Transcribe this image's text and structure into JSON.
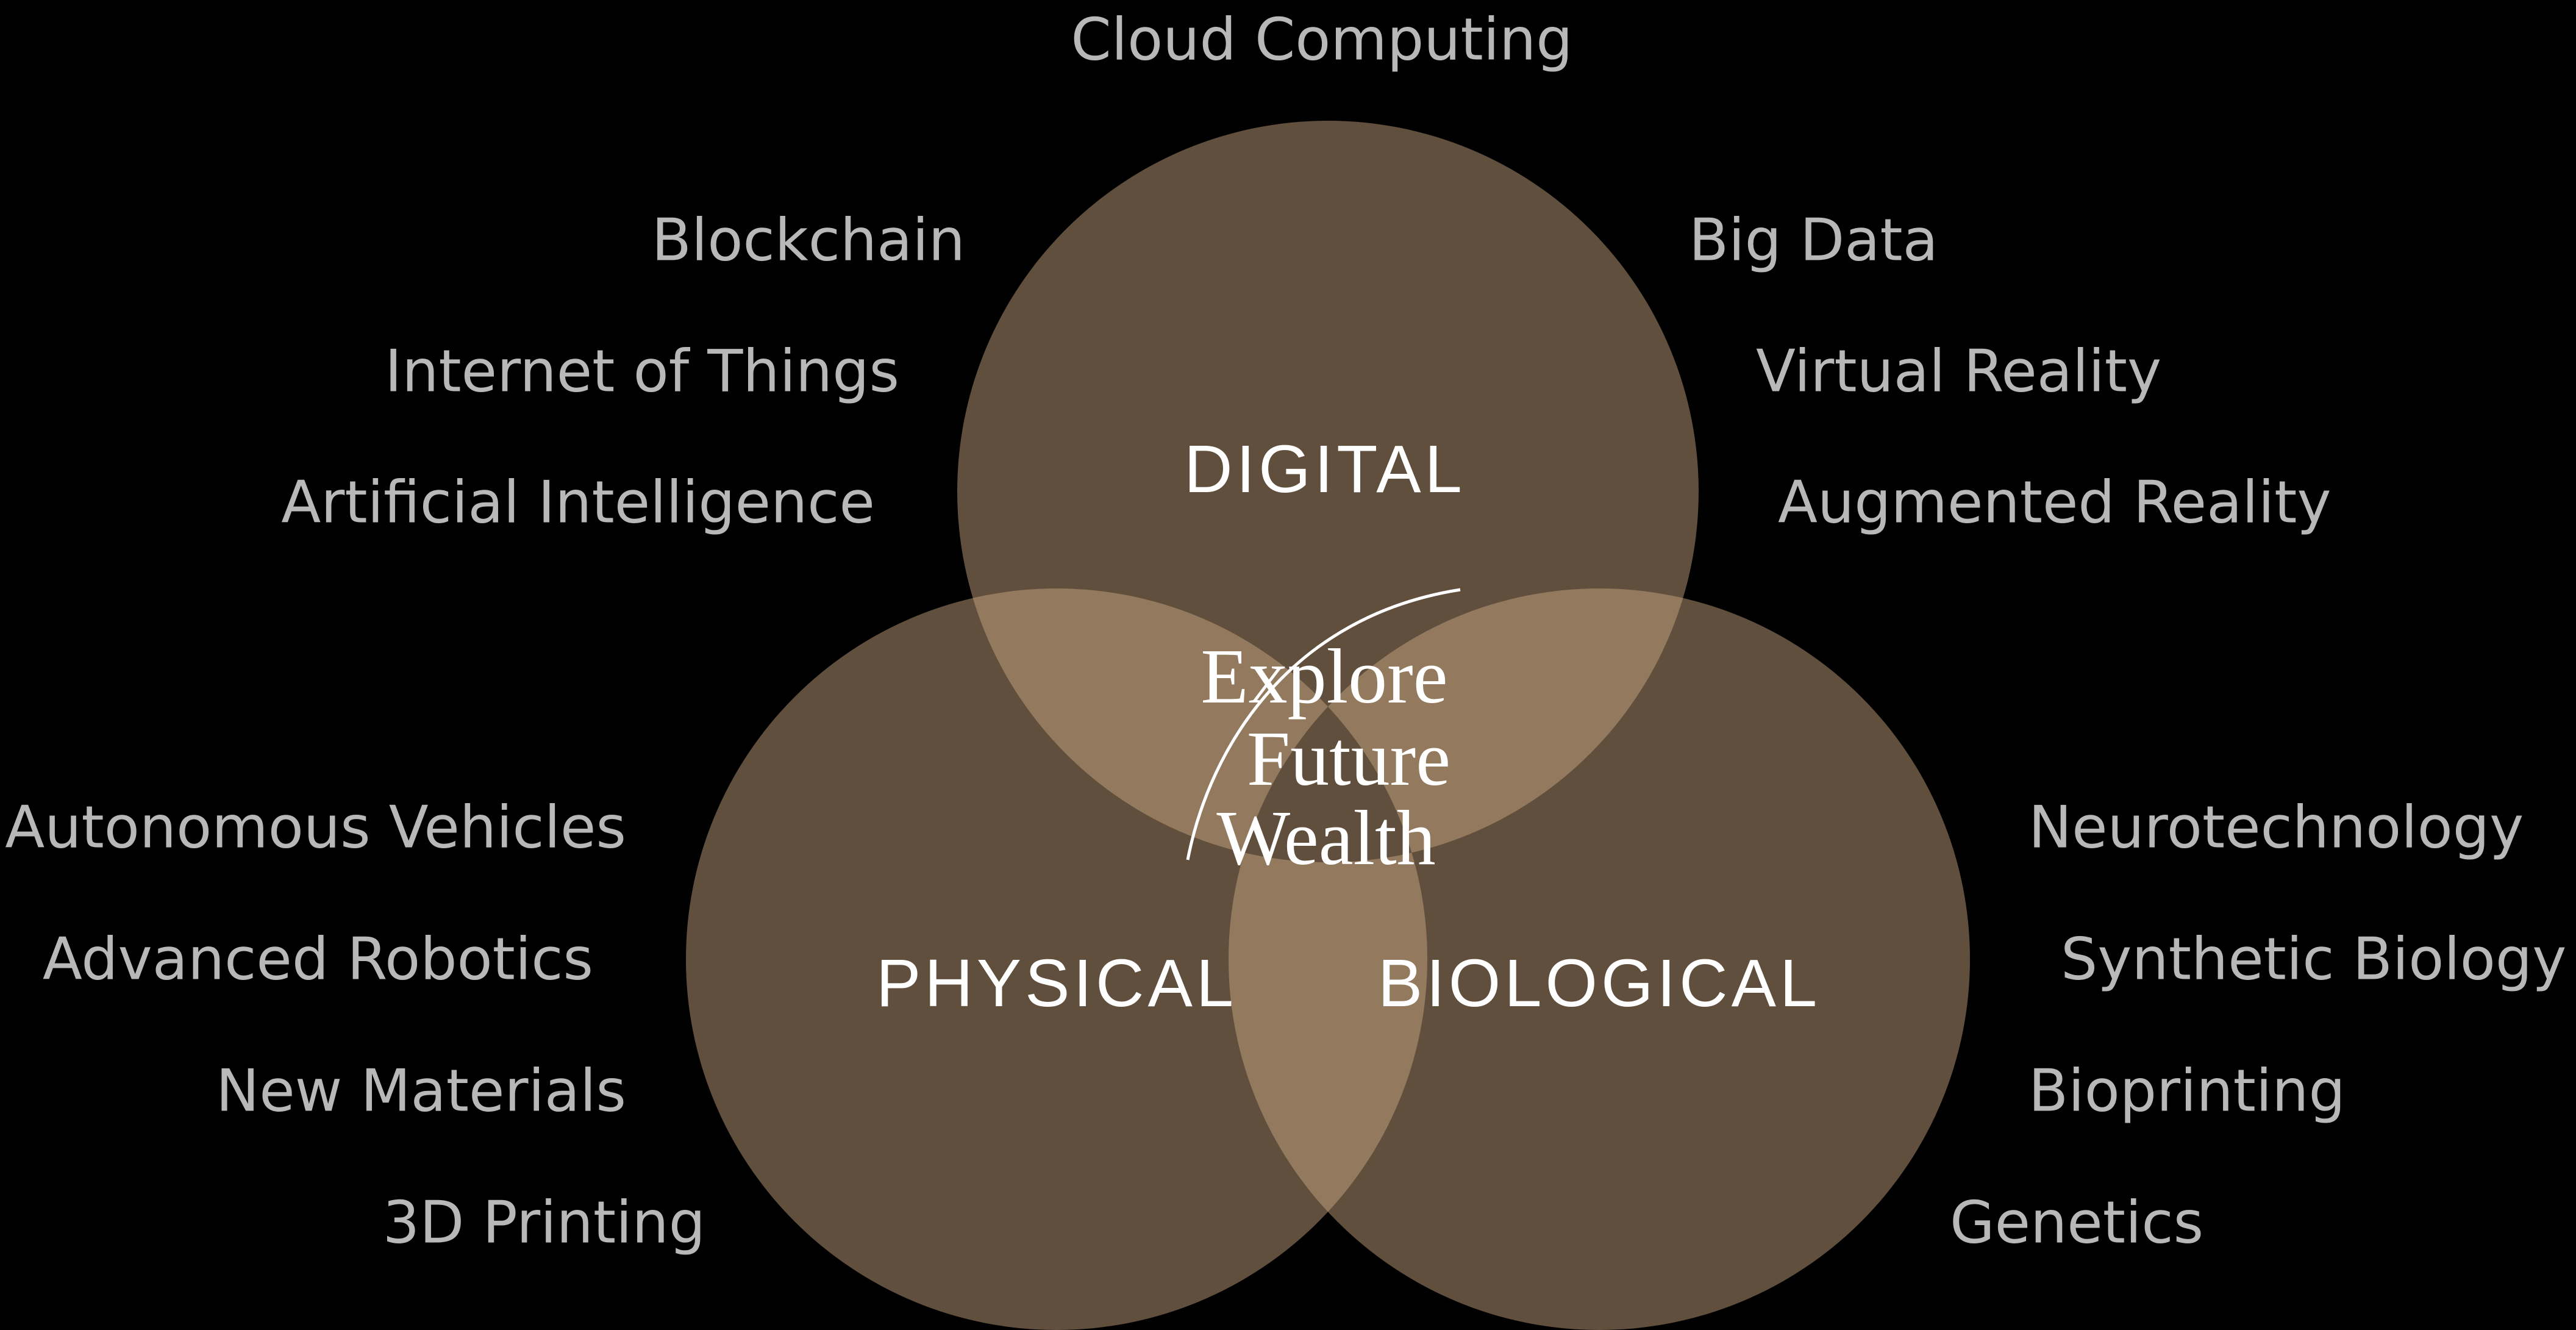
{
  "diagram": {
    "circles": [
      {
        "key": "digital",
        "label": "DIGITAL"
      },
      {
        "key": "physical",
        "label": "PHYSICAL"
      },
      {
        "key": "biological",
        "label": "BIOLOGICAL"
      }
    ],
    "center_logo": [
      "Explore",
      "Future",
      "Wealth"
    ],
    "colors": {
      "background": "#000000",
      "circle_fill": "#614f3e",
      "overlap_fill": "#93795e",
      "tech_text": "#b8b8b8",
      "category_text": "#ffffff"
    },
    "top_label": "Cloud Computing",
    "digital_left": [
      "Blockchain",
      "Internet of Things",
      "Artificial Intelligence"
    ],
    "digital_right": [
      "Big Data",
      "Virtual Reality",
      "Augmented Reality"
    ],
    "physical_left": [
      "Autonomous Vehicles",
      "Advanced Robotics",
      "New Materials",
      "3D Printing"
    ],
    "biological_right": [
      "Neurotechnology",
      "Synthetic Biology",
      "Bioprinting",
      "Genetics"
    ]
  }
}
